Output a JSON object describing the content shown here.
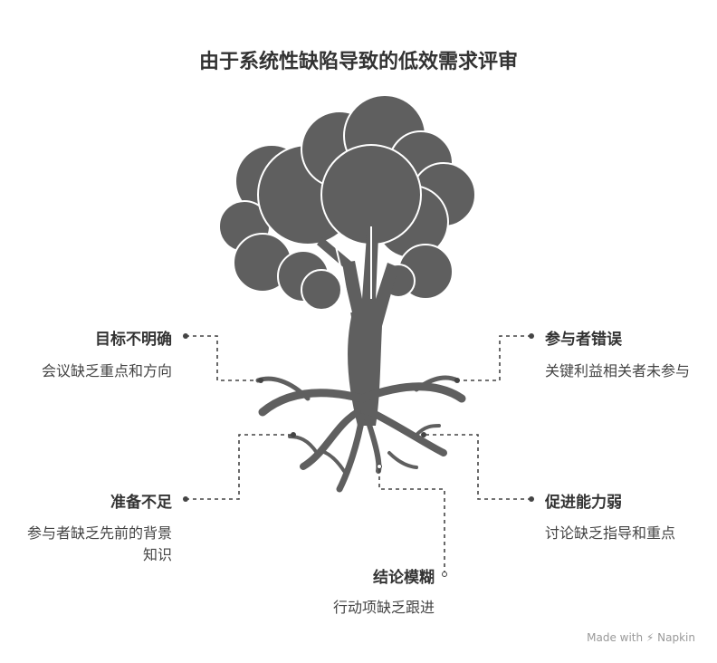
{
  "title": "由于系统性缺陷导致的低效需求评审",
  "causes": [
    {
      "heading": "目标不明确",
      "description": "会议缺乏重点和方向"
    },
    {
      "heading": "参与者错误",
      "description": "关键利益相关者未参与"
    },
    {
      "heading": "准备不足",
      "description": "参与者缺乏先前的背景知识"
    },
    {
      "heading": "促进能力弱",
      "description": "讨论缺乏指导和重点"
    },
    {
      "heading": "结论模糊",
      "description": "行动项缺乏跟进"
    }
  ],
  "footer": "Made with ⚡ Napkin",
  "colors": {
    "tree": "#5f5f5f",
    "connector": "#444444",
    "text": "#333333"
  }
}
